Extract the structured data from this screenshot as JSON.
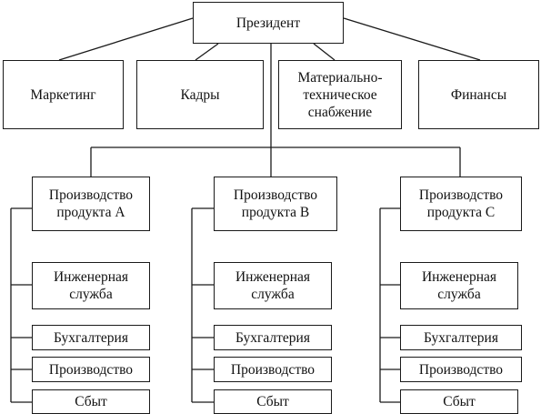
{
  "president": "Президент",
  "departments": [
    "Маркетинг",
    "Кадры",
    "Материально-\nтехническое\nснабжение",
    "Финансы"
  ],
  "divisions": [
    {
      "title": "Производство\nпродукта А",
      "units": [
        "Инженерная\nслужба",
        "Бухгалтерия",
        "Производство",
        "Сбыт"
      ]
    },
    {
      "title": "Производство\nпродукта В",
      "units": [
        "Инженерная\nслужба",
        "Бухгалтерия",
        "Производство",
        "Сбыт"
      ]
    },
    {
      "title": "Производство\nпродукта С",
      "units": [
        "Инженерная\nслужба",
        "Бухгалтерия",
        "Производство",
        "Сбыт"
      ]
    }
  ]
}
